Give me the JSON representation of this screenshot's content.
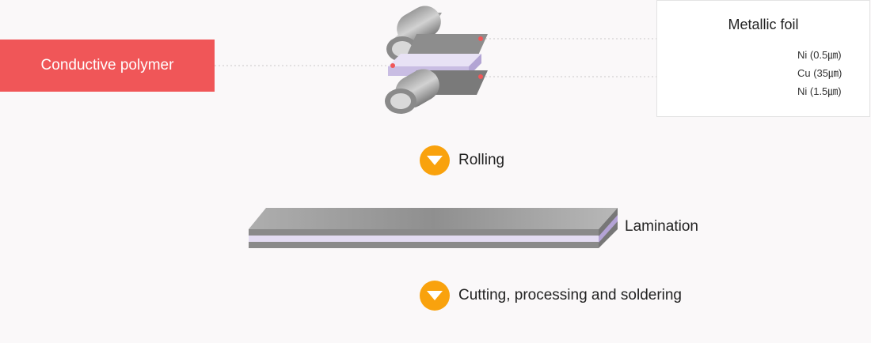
{
  "polymer": {
    "label": "Conductive polymer"
  },
  "foil": {
    "title": "Metallic foil",
    "layers": [
      "Ni (0.5㎛)",
      "Cu (35㎛)",
      "Ni (1.5㎛)"
    ]
  },
  "steps": {
    "rolling": "Rolling",
    "cutting": "Cutting, processing and soldering"
  },
  "lamination": {
    "label": "Lamination"
  },
  "colors": {
    "accent": "#f05658",
    "step_circle": "#f9a20d",
    "nickel": "#8e1a9c",
    "copper": "#f7a81b"
  }
}
